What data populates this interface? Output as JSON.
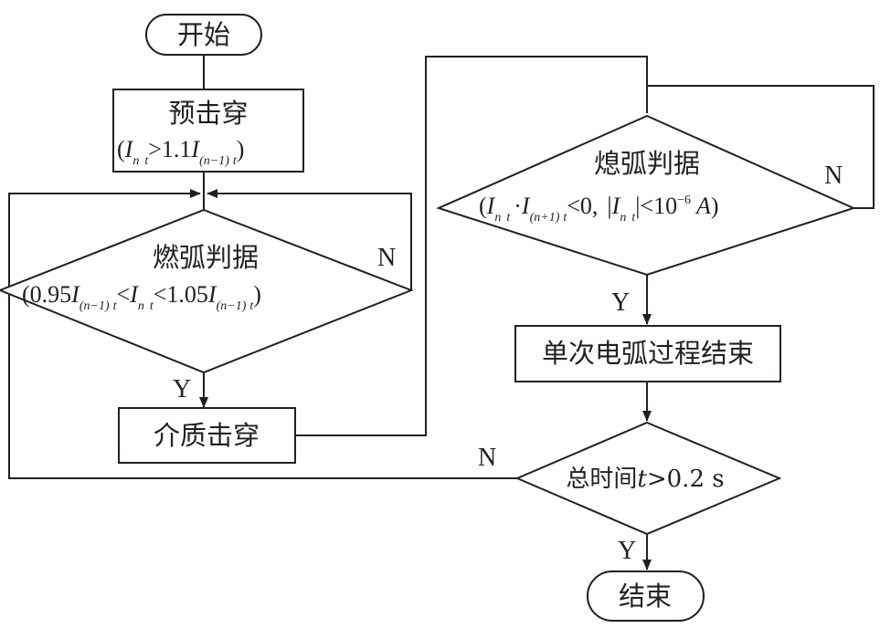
{
  "nodes": {
    "start": "开始",
    "prebreak": {
      "title": "预击穿",
      "cond": {
        "open": "(",
        "I1": "I",
        "n1": "n",
        "t1": "t",
        "mid": ">1.1",
        "I2": "I",
        "n2": "(n−1)",
        "t2": "t",
        "close": ")"
      }
    },
    "burn": {
      "title": "燃弧判据",
      "cond": {
        "a": "(0.95",
        "I1": "I",
        "n1": "(n−1)",
        "t1": "t",
        "b": "<",
        "I2": "I",
        "n2": "n",
        "t2": "t",
        "c": "<1.05",
        "I3": "I",
        "n3": "(n−1)",
        "t3": "t",
        "d": ")"
      }
    },
    "dielectric": "介质击穿",
    "extinguish": {
      "title": "熄弧判据",
      "cond": {
        "open": "(",
        "I1": "I",
        "n1": "n",
        "t1": "t",
        "dot": "·",
        "I2": "I",
        "n2": "(n+1)",
        "t2": "t",
        "lt0": "<0,",
        "bar1": "|",
        "I3": "I",
        "n3": "n",
        "t3": "t",
        "bar2": "|",
        "lt10": "<10",
        "exp": "−6",
        "unit": "A",
        "close": ")"
      }
    },
    "single_end": "单次电弧过程结束",
    "total_time": {
      "prefix": "总时间",
      "var": "t",
      "suffix": ">0.2 s"
    },
    "end": "结束"
  },
  "labels": {
    "burn_no": "N",
    "burn_yes": "Y",
    "ext_no": "N",
    "ext_yes": "Y",
    "time_no": "N",
    "time_yes": "Y"
  }
}
